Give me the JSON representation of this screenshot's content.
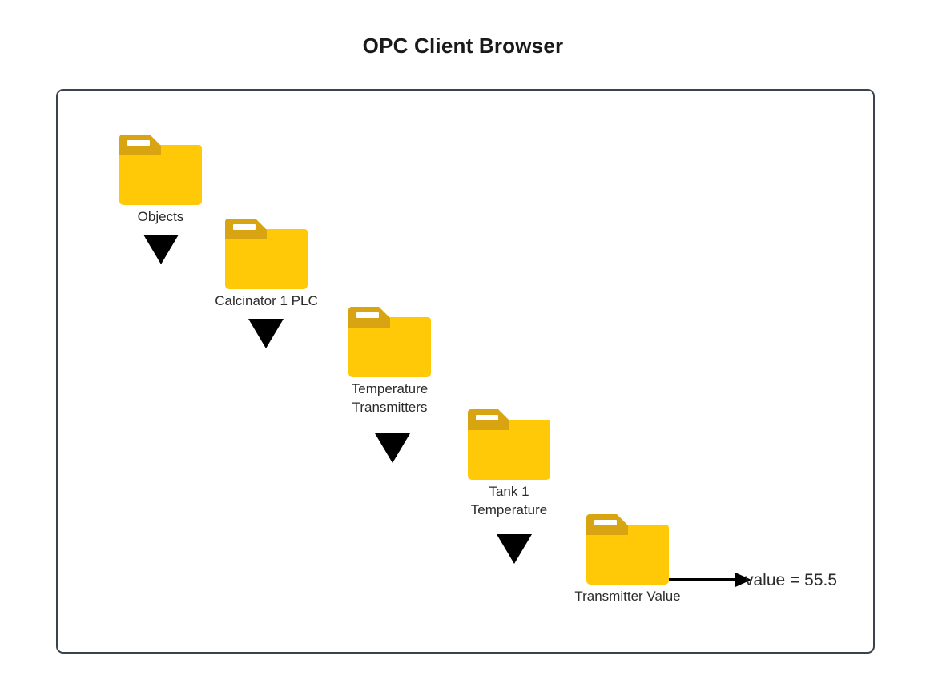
{
  "page": {
    "title": "OPC Client Browser"
  },
  "diagram": {
    "type": "tree-drilldown",
    "nodes": [
      {
        "id": "objects",
        "icon": "folder-icon",
        "label": "Objects"
      },
      {
        "id": "calcinator-1-plc",
        "icon": "folder-icon",
        "label": "Calcinator 1 PLC"
      },
      {
        "id": "temperature-transmitters",
        "icon": "folder-icon",
        "label": "Temperature\nTransmitters"
      },
      {
        "id": "tank-1-temperature",
        "icon": "folder-icon",
        "label": "Tank 1\nTemperature"
      },
      {
        "id": "transmitter-value",
        "icon": "folder-icon",
        "label": "Transmitter Value"
      }
    ],
    "connectors": [
      {
        "id": "arrow-1",
        "icon": "down-arrow-icon",
        "from": "objects",
        "to": "calcinator-1-plc"
      },
      {
        "id": "arrow-2",
        "icon": "down-arrow-icon",
        "from": "calcinator-1-plc",
        "to": "temperature-transmitters"
      },
      {
        "id": "arrow-3",
        "icon": "down-arrow-icon",
        "from": "temperature-transmitters",
        "to": "tank-1-temperature"
      },
      {
        "id": "arrow-4",
        "icon": "down-arrow-icon",
        "from": "tank-1-temperature",
        "to": "transmitter-value"
      }
    ],
    "value_readout": {
      "icon": "right-arrow-icon",
      "text": "value = 55.5"
    },
    "colors": {
      "folder_body": "#ffc907",
      "folder_tab": "#d9a411",
      "folder_slot": "#ffffff",
      "arrow": "#000000",
      "panel_border": "#39434d",
      "text": "#2b2b2b",
      "background": "#ffffff"
    }
  }
}
